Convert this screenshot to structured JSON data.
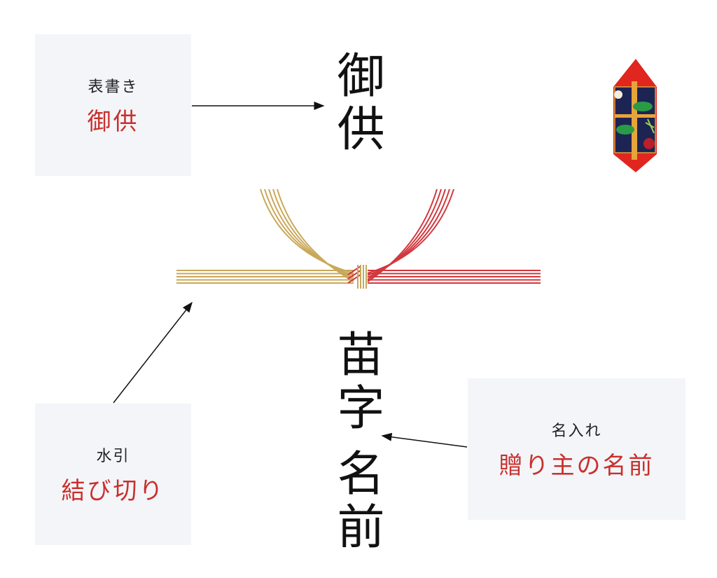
{
  "omotegaki": {
    "label": "表書き",
    "value": "御供"
  },
  "mizuhiki": {
    "label": "水引",
    "value": "結び切り"
  },
  "naire": {
    "label": "名入れ",
    "value": "贈り主の名前"
  },
  "center_top": "御供",
  "center_surname": "苗字",
  "center_name": "名前",
  "colors": {
    "accent_red": "#c9302c",
    "gold_cord": "#c9a85a",
    "red_cord": "#d2383d",
    "box_bg": "#f3f5f9"
  },
  "icons": [
    "noshi-ornament-icon",
    "mizuhiki-knot-icon",
    "arrow-icon"
  ]
}
